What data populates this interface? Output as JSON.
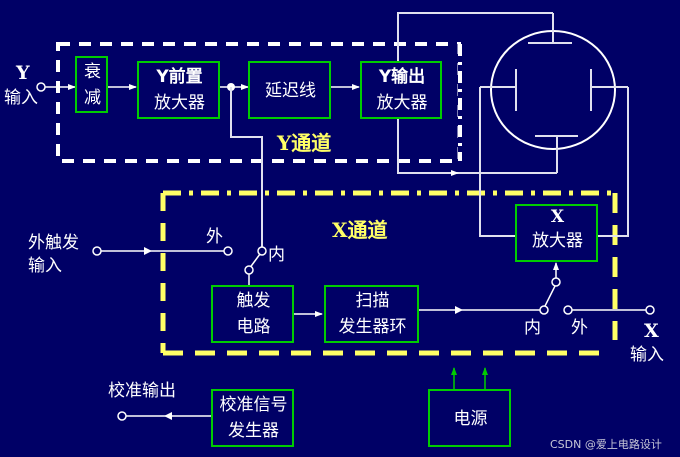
{
  "title": "示波器原理框图",
  "colors": {
    "background": "#000066",
    "wire": "#d9d9e8",
    "block_border": "#00cc00",
    "y_channel_border": "#ffffff",
    "x_channel_border": "#ffff66",
    "channel_label": "#ffff66",
    "power_arrow": "#00cc00"
  },
  "inputs": {
    "y_input": {
      "symbol": "Y",
      "label": "输入"
    },
    "ext_trigger": {
      "line1": "外触发",
      "line2": "输入"
    },
    "x_input": {
      "symbol": "X",
      "label": "输入"
    },
    "calibration_output": "校准输出"
  },
  "channels": {
    "y_channel": "Y通道",
    "x_channel": "X通道"
  },
  "blocks": {
    "attenuator": {
      "line1": "衰",
      "line2": "减"
    },
    "y_preamp": {
      "line1": "Y前置",
      "line2": "放大器"
    },
    "delay_line": {
      "line1": "延迟线"
    },
    "y_output_amp": {
      "line1": "Y输出",
      "line2": "放大器"
    },
    "trigger_circuit": {
      "line1": "触发",
      "line2": "电路"
    },
    "sweep_generator": {
      "line1": "扫描",
      "line2": "发生器环"
    },
    "x_amp": {
      "line1": "X",
      "line2": "放大器"
    },
    "calibration_generator": {
      "line1": "校准信号",
      "line2": "发生器"
    },
    "power_supply": {
      "line1": "电源"
    }
  },
  "switches": {
    "trigger_switch": {
      "external": "外",
      "internal": "内"
    },
    "x_switch": {
      "internal": "内",
      "external": "外"
    }
  },
  "watermark": "CSDN @爱上电路设计"
}
